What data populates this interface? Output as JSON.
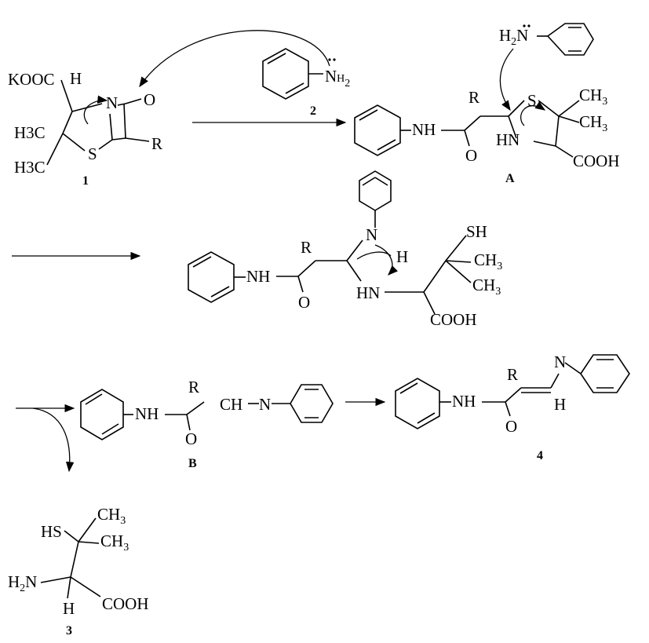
{
  "colors": {
    "ink": "#000000",
    "background": "#ffffff"
  },
  "atoms": {
    "koooc": "KOOC",
    "h": "H",
    "n": "N",
    "o": "O",
    "s": "S",
    "r": "R",
    "h3c": "H3C",
    "nh": "NH",
    "hn": "HN",
    "nh2": "NH2",
    "h2n": "H2N",
    "ch3": "CH3",
    "cooh": "COOH",
    "sh": "SH",
    "hs": "HS",
    "ch": "CH",
    "n_link": "N"
  },
  "labels": {
    "c1": "1",
    "c2": "2",
    "A": "A",
    "B": "B",
    "c3": "3",
    "c4": "4"
  }
}
